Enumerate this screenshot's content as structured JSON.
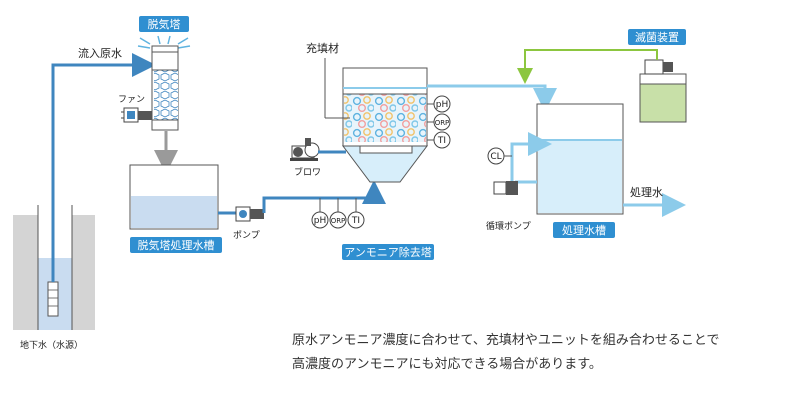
{
  "labels": {
    "degas_tower": "脱気塔",
    "inflow_raw_water": "流入原水",
    "fan": "ファン",
    "degassed_tank": "脱気塔処理水槽",
    "pump": "ポンプ",
    "packing": "充填材",
    "blower": "ブロワ",
    "ammonia_tower": "アンモニア除去塔",
    "sterilizer": "滅菌装置",
    "circ_pump": "循環ポンプ",
    "treated_tank": "処理水槽",
    "treated_water": "処理水",
    "groundwater": "地下水（水源）",
    "ph": "pH",
    "orp": "ORP",
    "ti": "TI",
    "cl": "CL"
  },
  "caption": {
    "line1": "原水アンモニア濃度に合わせて、充填材やユニットを組み合わせることで",
    "line2": "高濃度のアンモニアにも対応できる場合があります。"
  },
  "colors": {
    "pipe_blue": "#3f86bf",
    "pipe_light": "#8ccbea",
    "pipe_green": "#8cc63f",
    "pipe_gray": "#9a9a9a",
    "label_bg": "#2f8fd1",
    "water": "#c9dcf0",
    "water_light": "#d7eefa",
    "ground": "#d4d4d4"
  }
}
